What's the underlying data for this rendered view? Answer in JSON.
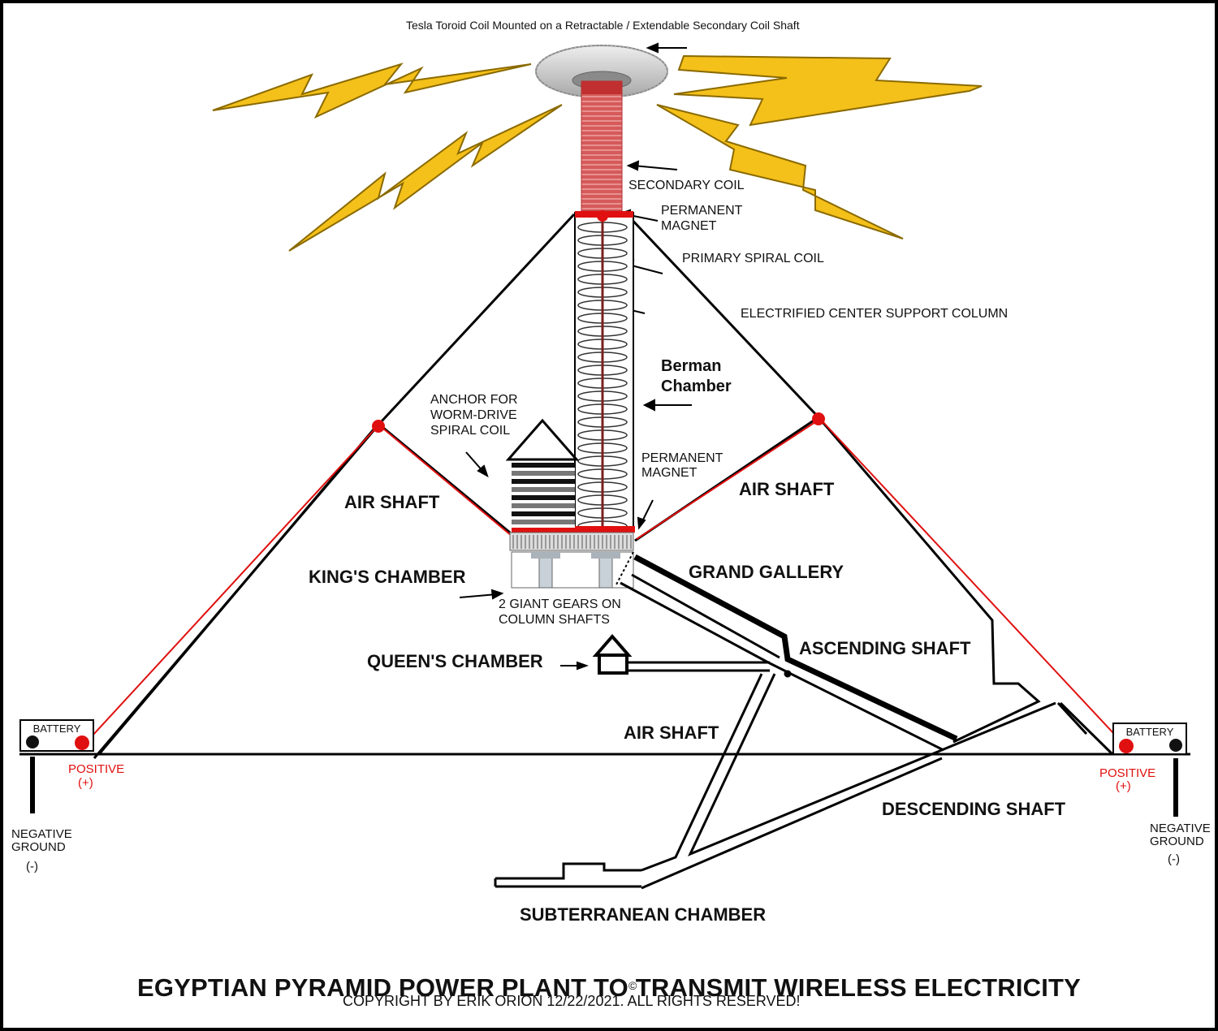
{
  "title": "EGYPTIAN PYRAMID POWER PLANT TO TRANSMIT WIRELESS ELECTRICITY",
  "copyright_symbol": "©",
  "copyright": "COPYRIGHT BY ERIK ORION 12/22/2021. ALL RIGHTS RESERVED!",
  "top_caption": "Tesla Toroid Coil Mounted on a Retractable / Extendable Secondary Coil Shaft",
  "labels": {
    "secondary_coil": "SECONDARY COIL",
    "permanent_magnet_top_1": "PERMANENT",
    "permanent_magnet_top_2": "MAGNET",
    "primary_spiral_coil": "PRIMARY SPIRAL COIL",
    "electrified_column": "ELECTRIFIED CENTER SUPPORT COLUMN",
    "berman_1": "Berman",
    "berman_2": "Chamber",
    "anchor_1": "ANCHOR FOR",
    "anchor_2": "WORM-DRIVE",
    "anchor_3": "SPIRAL COIL",
    "permanent_magnet_bottom_1": "PERMANENT",
    "permanent_magnet_bottom_2": "MAGNET",
    "air_shaft_left": "AIR SHAFT",
    "air_shaft_right": "AIR SHAFT",
    "air_shaft_lower": "AIR SHAFT",
    "kings_chamber": "KING'S CHAMBER",
    "grand_gallery": "GRAND GALLERY",
    "gears_1": "2 GIANT GEARS ON",
    "gears_2": "COLUMN SHAFTS",
    "queens_chamber": "QUEEN'S CHAMBER",
    "ascending_shaft": "ASCENDING SHAFT",
    "descending_shaft": "DESCENDING SHAFT",
    "subterranean_chamber": "SUBTERRANEAN CHAMBER"
  },
  "batteries": {
    "left": {
      "label": "BATTERY",
      "positive": "POSITIVE",
      "positive_sign": "(+)",
      "negative_1": "NEGATIVE",
      "negative_2": "GROUND",
      "negative_sign": "(-)"
    },
    "right": {
      "label": "BATTERY",
      "positive": "POSITIVE",
      "positive_sign": "(+)",
      "negative_1": "NEGATIVE",
      "negative_2": "GROUND",
      "negative_sign": "(-)"
    }
  },
  "colors": {
    "bolt_fill": "#f4c01a",
    "bolt_stroke": "#8a6a00",
    "coil_red": "#d84a4a",
    "wire_red": "#e01010",
    "outline": "#000000",
    "toroid": "#c8c8c8"
  }
}
